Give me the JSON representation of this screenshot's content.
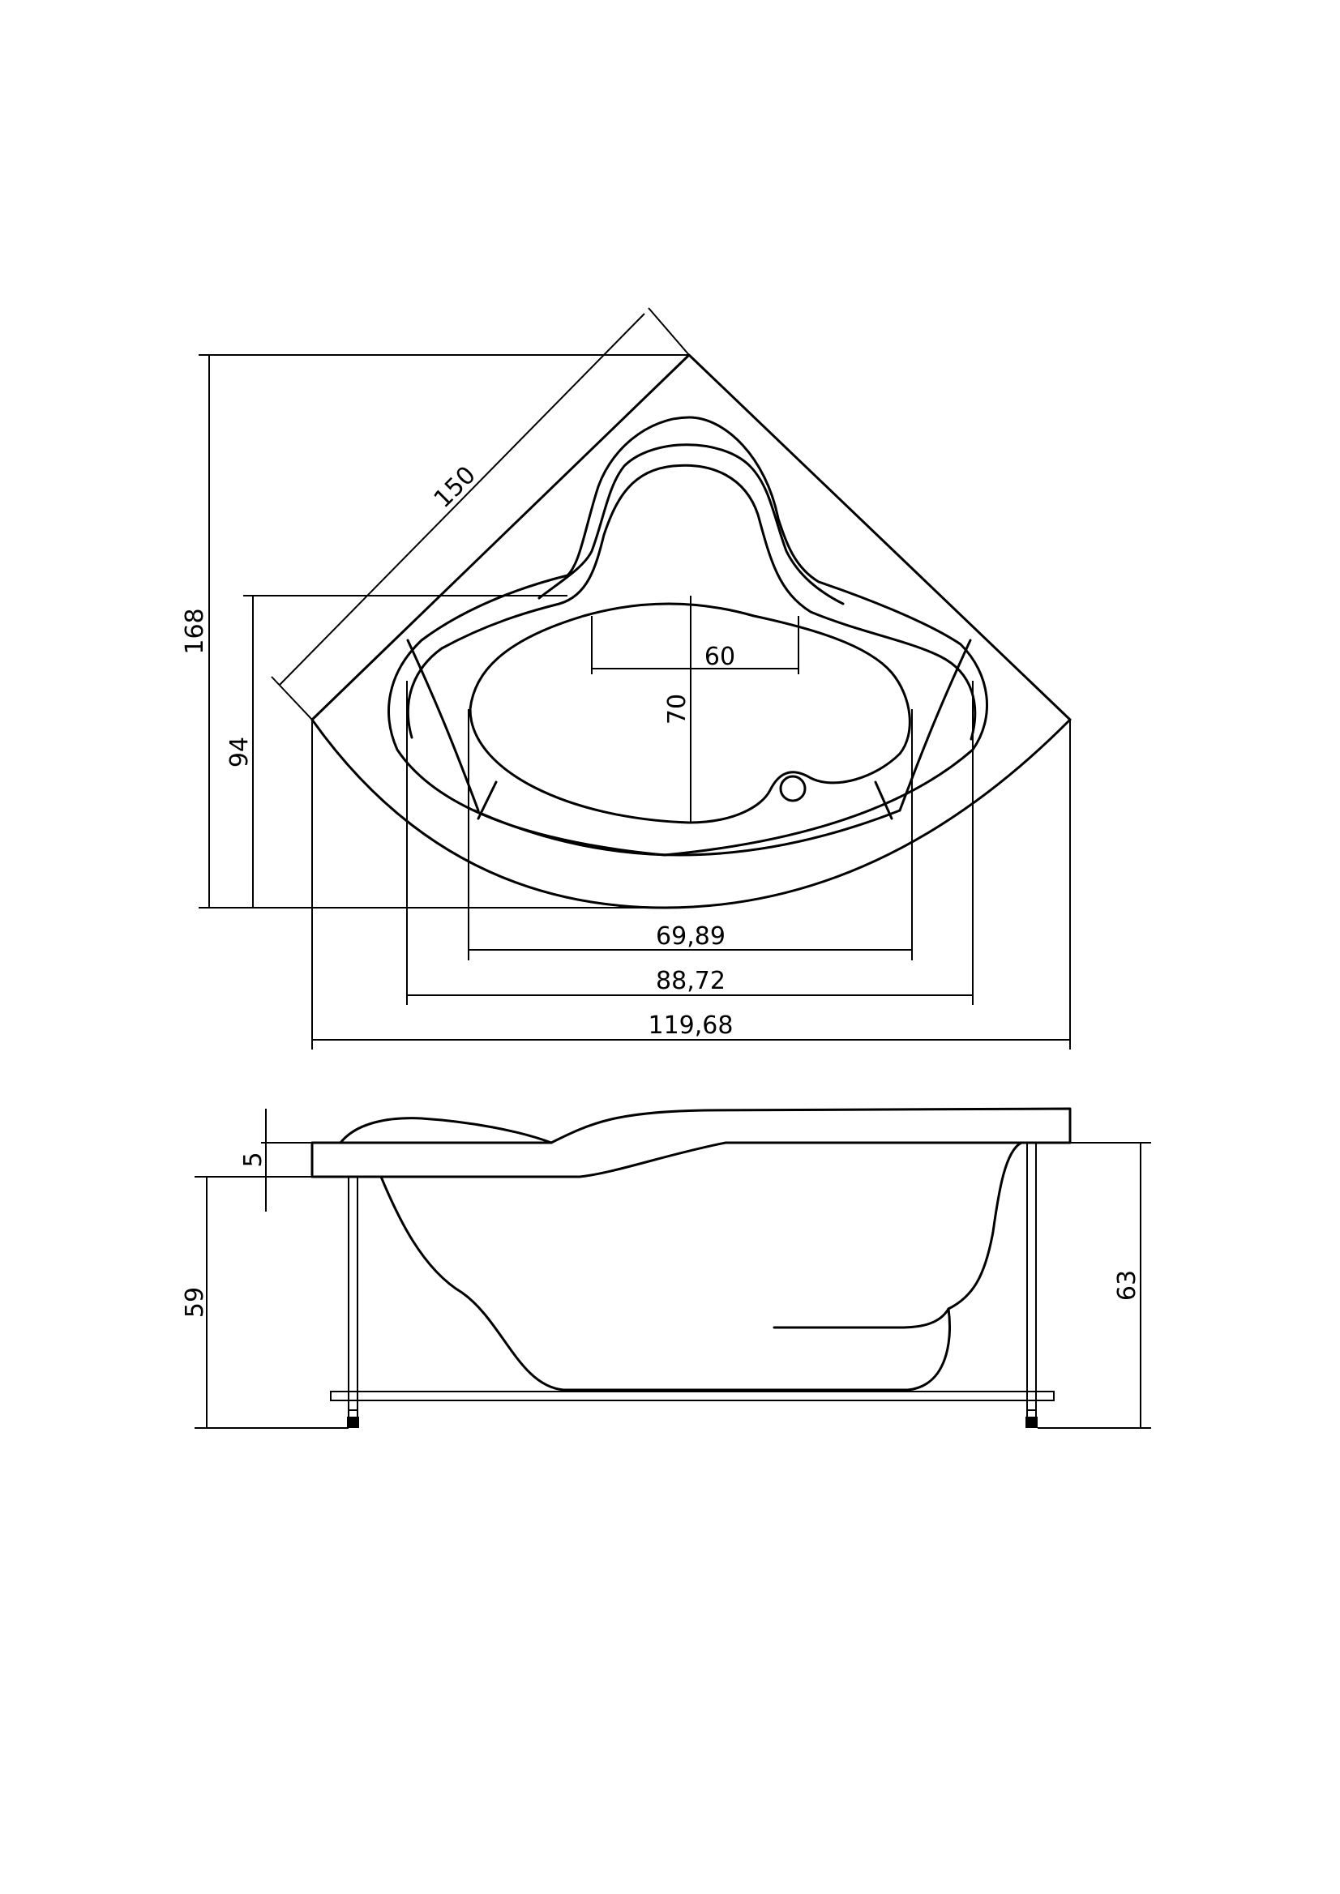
{
  "top_view": {
    "dim_diagonal": "150",
    "dim_overall_depth": "168",
    "dim_front_depth": "94",
    "dim_inner_width": "60",
    "dim_inner_length": "70",
    "dim_width_inner": "69,89",
    "dim_width_mid": "88,72",
    "dim_width_overall": "119,68"
  },
  "side_view": {
    "dim_rim_thickness": "5",
    "dim_body_height": "59",
    "dim_total_height": "63"
  }
}
